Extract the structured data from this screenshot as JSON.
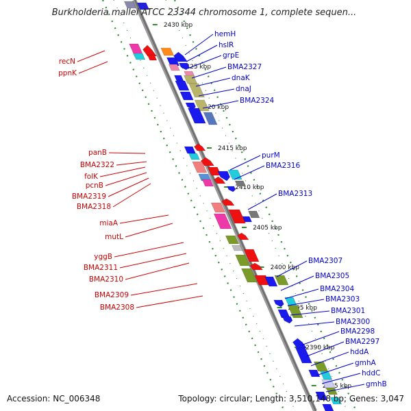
{
  "title": "Burkholderia mallei ATCC 23344 chromosome 1, complete sequen...",
  "accession": "Accession: NC_006348",
  "topology": "Topology: circular; Length: 3,510,148 bp; Genes: 3,047",
  "colors": {
    "backbone": "#7a7a7a",
    "track_dots": "#2e8b2e",
    "left_labels": "#cc0000",
    "right_labels": "#0000cc"
  },
  "kbp_labels": [
    "2430 kbp",
    "2425 kbp",
    "2420 kbp",
    "2415 kbp",
    "2410 kbp",
    "2405 kbp",
    "2400 kbp",
    "2395 kbp",
    "2390 kbp",
    "2385 kbp"
  ],
  "left_genes": [
    "recN",
    "ppnK",
    "panB",
    "BMA2322",
    "folK",
    "pcnB",
    "BMA2319",
    "BMA2318",
    "miaA",
    "mutL",
    "yggB",
    "BMA2311",
    "BMA2310",
    "BMA2309",
    "BMA2308"
  ],
  "right_genes": [
    "hemH",
    "hslR",
    "grpE",
    "BMA2327",
    "dnaK",
    "dnaJ",
    "BMA2324",
    "purM",
    "BMA2316",
    "BMA2313",
    "BMA2307",
    "BMA2305",
    "BMA2304",
    "BMA2303",
    "BMA2301",
    "BMA2300",
    "BMA2298",
    "BMA2297",
    "hddA",
    "gmhA",
    "hddC",
    "gmhB"
  ]
}
